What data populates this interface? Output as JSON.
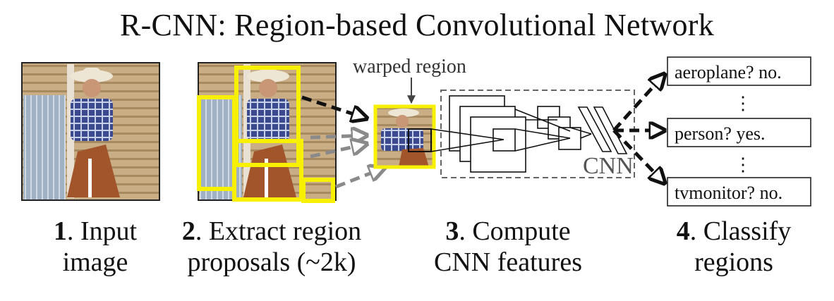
{
  "title": "R-CNN: Region-based Convolutional Network",
  "warped_label": "warped region",
  "cnn_label": "CNN",
  "classes": [
    {
      "label": "aeroplane? no."
    },
    {
      "label": "person? yes."
    },
    {
      "label": "tvmonitor? no."
    }
  ],
  "ellipsis": "⋮",
  "steps": [
    {
      "num": "1",
      "line1": ". Input",
      "line2": "image"
    },
    {
      "num": "2",
      "line1": ". Extract region",
      "line2": "proposals (~2k)"
    },
    {
      "num": "3",
      "line1": ". Compute",
      "line2": "CNN features"
    },
    {
      "num": "4",
      "line1": ". Classify",
      "line2": "regions"
    }
  ],
  "colors": {
    "proposal_box": "#f7f000",
    "arrow_dark": "#111111",
    "arrow_gray": "#8a8a8a",
    "dashed_box": "#666666"
  }
}
